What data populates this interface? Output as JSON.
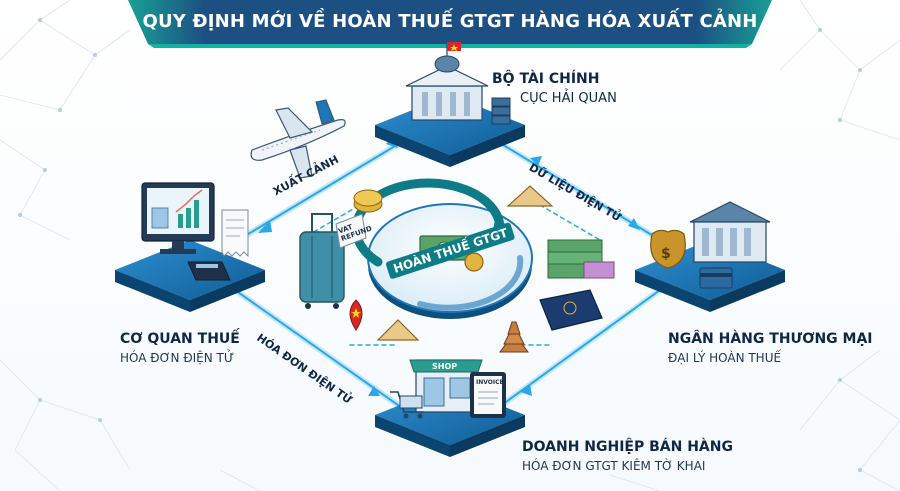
{
  "title": "QUY ĐỊNH MỚI VỀ HOÀN THUẾ GTGT HÀNG HÓA XUẤT CẢNH",
  "center": {
    "label": "HOÀN THUẾ GTGT"
  },
  "nodes": {
    "finance": {
      "line1": "BỘ TÀI CHÍNH",
      "line2": "CỤC HẢI QUAN"
    },
    "tax": {
      "line1": "CƠ QUAN THUẾ",
      "line2": "HÓA ĐƠN ĐIỆN TỬ"
    },
    "bank": {
      "line1": "NGÂN HÀNG THƯƠNG MẠI",
      "line2": "ĐẠI LÝ HOÀN THUẾ"
    },
    "seller": {
      "line1": "DOANH NGHIỆP BÁN HÀNG",
      "line2": "HÓA ĐƠN GTGT KIÊM TỜ KHAI"
    }
  },
  "flows": {
    "export": "XUẤT CẢNH",
    "edata": "DỮ LIỆU ĐIỆN TỬ",
    "einvoice": "HÓA ĐƠN ĐIỆN TỬ"
  },
  "stickers": {
    "vat": "VAT",
    "refund": "REFUND",
    "shop": "SHOP",
    "invoice": "INVOICE"
  },
  "colors": {
    "banner": "#1c4f82",
    "accent": "#1aa39a",
    "platform_top": "#1f76b6",
    "platform_side": "#0d4f7e",
    "flow": "#2aa7e6",
    "text": "#0f2747"
  }
}
